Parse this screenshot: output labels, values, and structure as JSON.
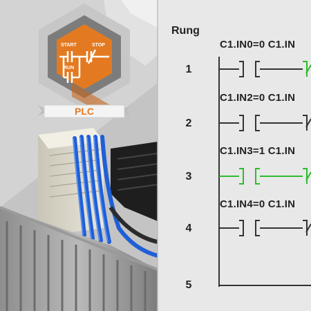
{
  "badge": {
    "start_label": "START",
    "stop_label": "STOP",
    "run_label": "RUN",
    "banner_label": "PLC",
    "accent_color": "#e37a21"
  },
  "ladder": {
    "header": "Rung",
    "active_color": "#2dbb2d",
    "inactive_color": "#333333",
    "rungs": [
      {
        "number": "1",
        "label": "C1.IN0=0  C1.IN",
        "active": false
      },
      {
        "number": "2",
        "label": "C1.IN2=0  C1.IN",
        "active": false
      },
      {
        "number": "3",
        "label": "C1.IN3=1  C1.IN",
        "active": true
      },
      {
        "number": "4",
        "label": "C1.IN4=0  C1.IN",
        "active": false
      },
      {
        "number": "5",
        "label": "",
        "active": false
      }
    ]
  }
}
